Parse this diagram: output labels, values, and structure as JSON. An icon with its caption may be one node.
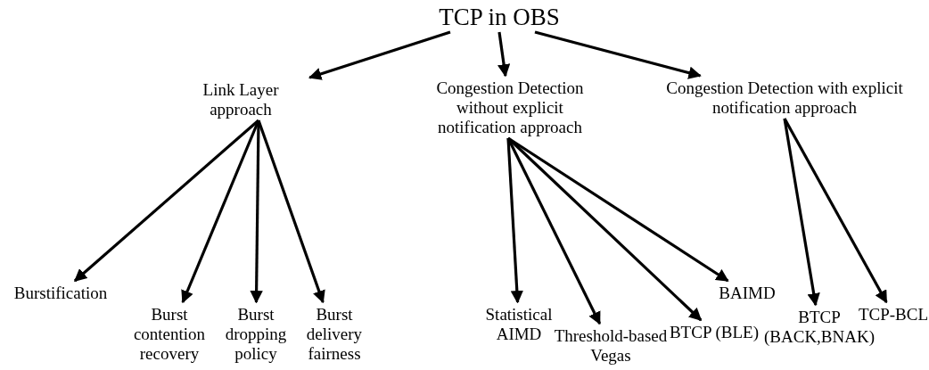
{
  "diagram": {
    "nodes": [
      {
        "text": [
          "TCP in OBS"
        ]
      },
      {
        "text": [
          "Link Layer approach"
        ]
      },
      {
        "text": [
          "Congestion Detection without explicit notification approach"
        ]
      },
      {
        "text": [
          "Congestion Detection with explicit notification approach"
        ]
      },
      {
        "text": [
          "Burstification"
        ]
      },
      {
        "text": [
          "Burst contention recovery"
        ]
      },
      {
        "text": [
          "Burst dropping policy"
        ]
      },
      {
        "text": [
          "Burst delivery fairness"
        ]
      },
      {
        "text": [
          "Statistical AIMD"
        ]
      },
      {
        "text": [
          "Threshold-based Vegas"
        ]
      },
      {
        "text": [
          "BTCP (BLE)"
        ]
      },
      {
        "text": [
          "BAIMD"
        ]
      },
      {
        "text": [
          "BTCP (BACK,BNAK)"
        ]
      },
      {
        "text": [
          "TCP-BCL"
        ]
      }
    ],
    "edges": [
      {
        "from": 0,
        "to": 1,
        "arrow": "to"
      },
      {
        "from": 0,
        "to": 2,
        "arrow": "to"
      },
      {
        "from": 0,
        "to": 3,
        "arrow": "to"
      },
      {
        "from": 1,
        "to": 4,
        "arrow": "to"
      },
      {
        "from": 1,
        "to": 5,
        "arrow": "to"
      },
      {
        "from": 1,
        "to": 6,
        "arrow": "to"
      },
      {
        "from": 1,
        "to": 7,
        "arrow": "to"
      },
      {
        "from": 2,
        "to": 8,
        "arrow": "to"
      },
      {
        "from": 2,
        "to": 9,
        "arrow": "to"
      },
      {
        "from": 2,
        "to": 10,
        "arrow": "to"
      },
      {
        "from": 2,
        "to": 11,
        "arrow": "to"
      },
      {
        "from": 3,
        "to": 12,
        "arrow": "to"
      },
      {
        "from": 3,
        "to": 13,
        "arrow": "to"
      }
    ]
  }
}
